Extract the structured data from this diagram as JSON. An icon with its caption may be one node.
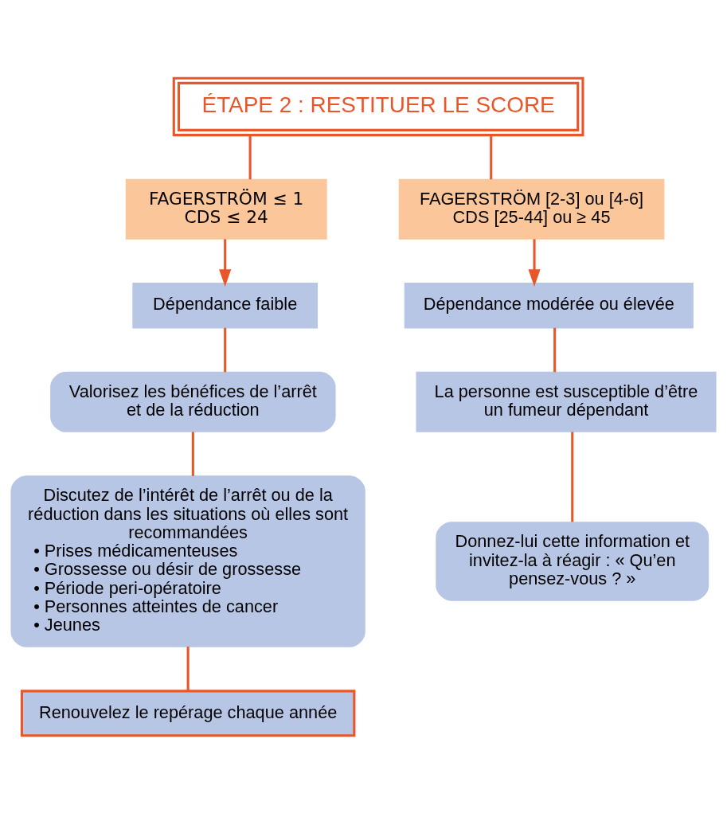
{
  "diagram": {
    "nodes": [
      {
        "text": [
          "ÉTAPE 2 : RESTITUER LE SCORE"
        ]
      },
      {
        "text": [
          "FAGERSTRÖM ≤ 1",
          "CDS ≤ 24"
        ]
      },
      {
        "text": [
          "FAGERSTRÖM [2-3] ou [4-6]",
          "CDS [25-44] ou ≥ 45"
        ]
      },
      {
        "text": [
          "Dépendance faible"
        ]
      },
      {
        "text": [
          "Dépendance modérée ou élevée"
        ]
      },
      {
        "text": [
          "Valorisez les bénéfices de l’arrêt et de la réduction"
        ]
      },
      {
        "text": [
          "La personne est susceptible d’être un fumeur dépendant"
        ]
      },
      {
        "text": [
          "Discutez de l’intérêt de l’arrêt ou de la réduction dans les situations où elles sont recommandées",
          "• Prises médicamenteuses",
          "• Grossesse ou désir de grossesse",
          "• Période peri-opératoire",
          "• Personnes atteintes de cancer",
          "• Jeunes"
        ]
      },
      {
        "text": [
          "Donnez-lui cette information et invitez-la à réagir : « Qu’en pensez-vous ? »"
        ]
      },
      {
        "text": [
          "Renouvelez le repérage chaque année"
        ]
      }
    ],
    "edges": [
      {
        "from": 0,
        "to": 1,
        "arrow": "none"
      },
      {
        "from": 0,
        "to": 2,
        "arrow": "none"
      },
      {
        "from": 1,
        "to": 3,
        "arrow": "to"
      },
      {
        "from": 2,
        "to": 4,
        "arrow": "to"
      },
      {
        "from": 3,
        "to": 5,
        "arrow": "none"
      },
      {
        "from": 4,
        "to": 6,
        "arrow": "none"
      },
      {
        "from": 5,
        "to": 7,
        "arrow": "none"
      },
      {
        "from": 6,
        "to": 8,
        "arrow": "none"
      },
      {
        "from": 7,
        "to": 9,
        "arrow": "none"
      }
    ]
  }
}
